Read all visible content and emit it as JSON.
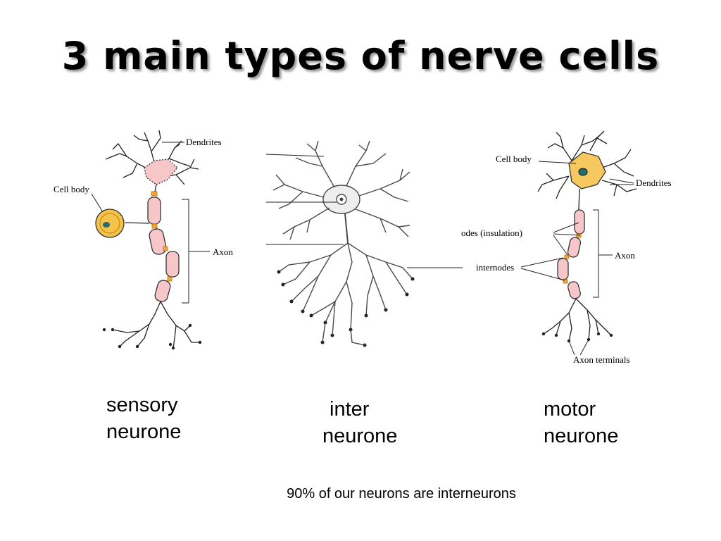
{
  "slide": {
    "title": "3 main types of nerve cells",
    "footnote": "90% of our neurons are interneurons"
  },
  "neurons": [
    {
      "caption_line1": "sensory",
      "caption_line2": "neurone",
      "labels": {
        "dendrites": "Dendrites",
        "cell_body": "Cell body",
        "axon": "Axon"
      }
    },
    {
      "caption_line1": "inter",
      "caption_line2": "neurone"
    },
    {
      "caption_line1": "motor",
      "caption_line2": "neurone",
      "labels": {
        "cell_body": "Cell body",
        "dendrites": "Dendrites",
        "nodes": "odes (insulation)",
        "internodes": "internodes",
        "axon": "Axon",
        "axon_terminals": "Axon terminals"
      }
    }
  ],
  "colors": {
    "sensory_cell_body": "#f5c34a",
    "myelin_pink": "#f7c6c9",
    "motor_cell_body": "#f8c860",
    "node_orange": "#f0a93a",
    "nucleus": "#2b6a6a"
  }
}
